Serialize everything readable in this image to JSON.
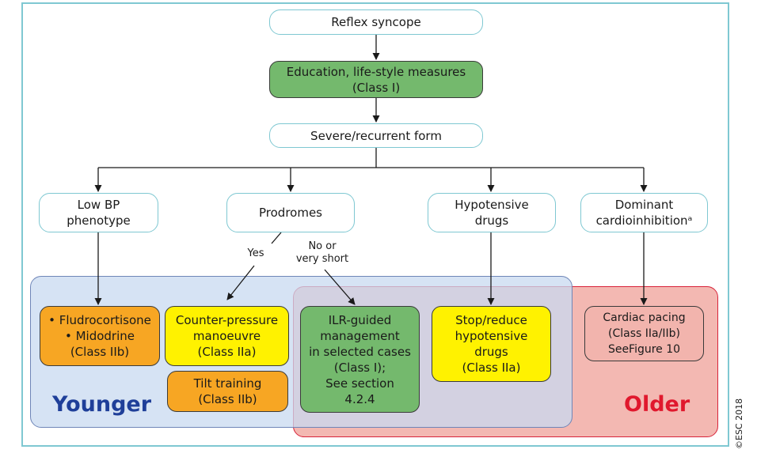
{
  "diagram": {
    "nodes": {
      "reflex": "Reflex syncope",
      "education": "Education, life-style measures\n(Class I)",
      "severe": "Severe/recurrent form",
      "low_bp": "Low BP\nphenotype",
      "prodromes": "Prodromes",
      "hypotensive": "Hypotensive\ndrugs",
      "dominant": "Dominant\ncardioinhibitionᵃ",
      "fludrocortisone": "• Fludrocortisone\n• Midodrine\n(Class IIb)",
      "counter_pressure": "Counter-pressure\nmanoeuvre\n(Class IIa)",
      "tilt_training": "Tilt training\n(Class IIb)",
      "ilr": "ILR-guided\nmanagement\nin selected cases\n(Class I);\nSee section\n4.2.4",
      "stop_reduce": "Stop/reduce\nhypotensive\ndrugs\n(Class IIa)",
      "pacing": "Cardiac pacing\n(Class IIa/IIb)\nSeeFigure 10"
    },
    "edge_labels": {
      "yes": "Yes",
      "no": "No or\nvery short"
    },
    "regions": {
      "younger": "Younger",
      "older": "Older"
    },
    "colors": {
      "frame": "#7fc8d2",
      "green": "#74b96d",
      "yellow": "#fff200",
      "orange": "#f7a623",
      "pink": "#f2b4ad",
      "younger_region": "#cfdff2",
      "older_region": "#f2b4ad",
      "younger_text": "#1f3f99",
      "older_text": "#e0182d"
    }
  },
  "copyright": "©ESC 2018"
}
